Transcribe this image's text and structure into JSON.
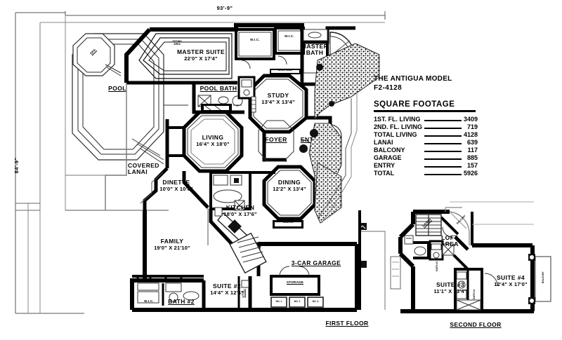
{
  "sheet": {
    "overall_width": "93'-9\"",
    "overall_depth": "84'-9\"",
    "floor1_caption": "FIRST FLOOR",
    "floor2_caption": "SECOND FLOOR"
  },
  "title_block": {
    "model_name": "THE ANTIGUA MODEL",
    "model_number": "F2-4128",
    "table_heading": "SQUARE FOOTAGE",
    "rows": [
      {
        "label": "1ST. FL. LIVING",
        "value": "3409"
      },
      {
        "label": "2ND. FL. LIVING",
        "value": "719"
      },
      {
        "label": "TOTAL LIVING",
        "value": "4128"
      },
      {
        "label": "LANAI",
        "value": "639"
      },
      {
        "label": "BALCONY",
        "value": "117"
      },
      {
        "label": "GARAGE",
        "value": "885"
      },
      {
        "label": "ENTRY",
        "value": "157"
      },
      {
        "label": "TOTAL",
        "value": "5926"
      }
    ]
  },
  "first_floor": {
    "rooms": [
      {
        "name": "SPA",
        "dims": ""
      },
      {
        "name": "POOL",
        "dims": ""
      },
      {
        "name": "SITTING",
        "dims": "AREA"
      },
      {
        "name": "MASTER SUITE",
        "dims": "22'0\" X 17'4\""
      },
      {
        "name": "W.I.C.",
        "dims": ""
      },
      {
        "name": "W.I.C.",
        "dims": ""
      },
      {
        "name": "MASTER",
        "dims": "BATH"
      },
      {
        "name": "POOL BATH",
        "dims": ""
      },
      {
        "name": "STUDY",
        "dims": "13'4\" X 13'4\""
      },
      {
        "name": "LIVING",
        "dims": "16'4\" X 18'0\""
      },
      {
        "name": "FOYER",
        "dims": ""
      },
      {
        "name": "ENTRY",
        "dims": ""
      },
      {
        "name": "DINING",
        "dims": "12'2\" X 13'4\""
      },
      {
        "name": "COVERED",
        "dims": "LANAI"
      },
      {
        "name": "DINETTE",
        "dims": "10'0\" X 10'0\""
      },
      {
        "name": "KITCHEN",
        "dims": "18'0\" X 17'6\""
      },
      {
        "name": "FAMILY",
        "dims": "19'0\" X 21'10\""
      },
      {
        "name": "W.I.C.",
        "dims": ""
      },
      {
        "name": "BATH #2",
        "dims": ""
      },
      {
        "name": "SUITE #2",
        "dims": "14'4\" X 12'4\""
      },
      {
        "name": "UTIL.",
        "dims": ""
      },
      {
        "name": "STORAGE",
        "dims": ""
      },
      {
        "name": "3-CAR GARAGE",
        "dims": ""
      }
    ],
    "fixtures": [
      {
        "name": "BOOK CASE"
      },
      {
        "name": "BUILT-IN"
      },
      {
        "name": "SHELF"
      },
      {
        "name": "NO. 1"
      },
      {
        "name": "NO. 2"
      },
      {
        "name": "NO. 3"
      }
    ]
  },
  "second_floor": {
    "rooms": [
      {
        "name": "LOFT",
        "dims": "AREA"
      },
      {
        "name": "BALCONY",
        "dims": ""
      },
      {
        "name": "BALCONY",
        "dims": ""
      },
      {
        "name": "BATH",
        "dims": "#3"
      },
      {
        "name": "BATH",
        "dims": "#4"
      },
      {
        "name": "SUITE #3",
        "dims": "11'1\" X 13'4\""
      },
      {
        "name": "SUITE #4",
        "dims": "12'4\" X 17'0\""
      },
      {
        "name": "DOWN",
        "dims": ""
      }
    ]
  },
  "colors": {
    "wall": "#000000",
    "thin_line": "#333333",
    "hairline": "#9a9a9a",
    "paper": "#ffffff",
    "text": "#000000"
  }
}
